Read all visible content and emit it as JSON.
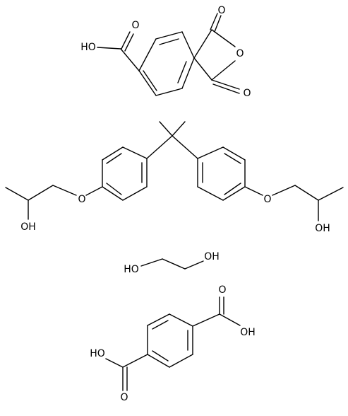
{
  "molecules": [
    {
      "name": "trimellitic anhydride",
      "atoms": [
        "HO",
        "O",
        "O",
        "O",
        "O"
      ]
    },
    {
      "name": "bisphenol A bis(2-hydroxypropyl) ether",
      "atoms": [
        "O",
        "OH",
        "O",
        "OH"
      ]
    },
    {
      "name": "ethylene glycol",
      "atoms": [
        "HO",
        "OH"
      ]
    },
    {
      "name": "terephthalic acid",
      "atoms": [
        "O",
        "OH",
        "HO",
        "O"
      ]
    }
  ]
}
